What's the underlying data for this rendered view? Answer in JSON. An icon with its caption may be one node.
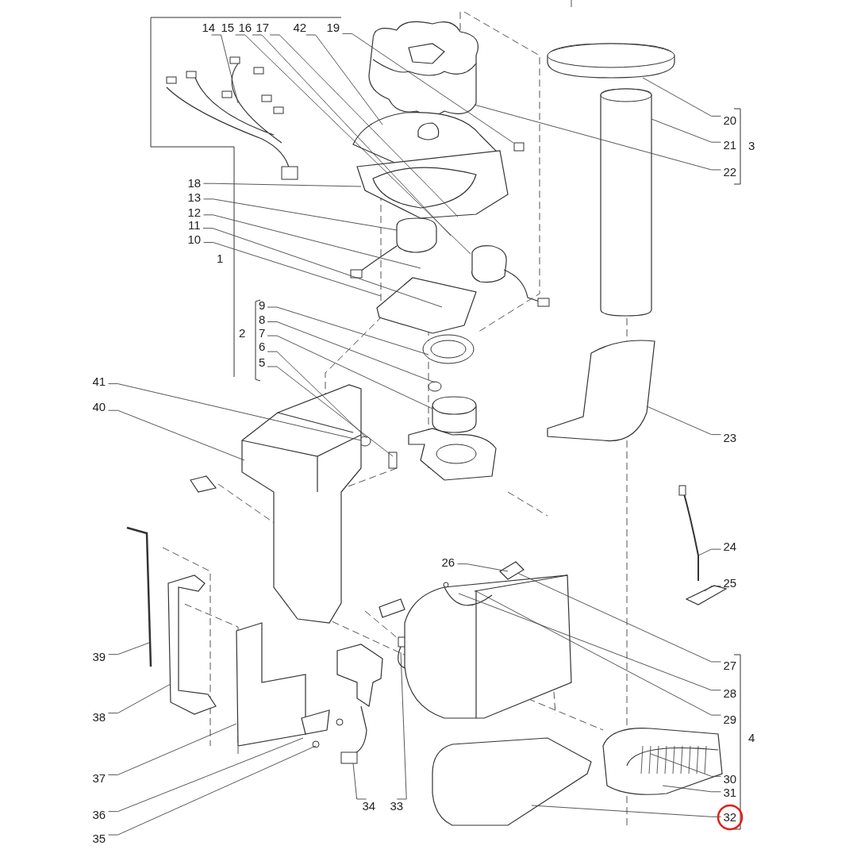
{
  "diagram": {
    "nodes": [
      {
        "text": [
          "14"
        ]
      },
      {
        "text": [
          "15"
        ]
      },
      {
        "text": [
          "16"
        ]
      },
      {
        "text": [
          "17"
        ]
      },
      {
        "text": [
          "42"
        ]
      },
      {
        "text": [
          "19"
        ]
      },
      {
        "text": [
          "18"
        ]
      },
      {
        "text": [
          "13"
        ]
      },
      {
        "text": [
          "12"
        ]
      },
      {
        "text": [
          "11"
        ]
      },
      {
        "text": [
          "10"
        ]
      },
      {
        "text": [
          "9"
        ]
      },
      {
        "text": [
          "8"
        ]
      },
      {
        "text": [
          "7"
        ]
      },
      {
        "text": [
          "6"
        ]
      },
      {
        "text": [
          "5"
        ]
      },
      {
        "text": [
          "41"
        ]
      },
      {
        "text": [
          "40"
        ]
      },
      {
        "text": [
          "39"
        ]
      },
      {
        "text": [
          "38"
        ]
      },
      {
        "text": [
          "37"
        ]
      },
      {
        "text": [
          "36"
        ]
      },
      {
        "text": [
          "35"
        ]
      },
      {
        "text": [
          "34"
        ]
      },
      {
        "text": [
          "33"
        ]
      },
      {
        "text": [
          "26"
        ]
      },
      {
        "text": [
          "20"
        ]
      },
      {
        "text": [
          "21"
        ]
      },
      {
        "text": [
          "22"
        ]
      },
      {
        "text": [
          "23"
        ]
      },
      {
        "text": [
          "24"
        ]
      },
      {
        "text": [
          "25"
        ]
      },
      {
        "text": [
          "27"
        ]
      },
      {
        "text": [
          "28"
        ]
      },
      {
        "text": [
          "29"
        ]
      },
      {
        "text": [
          "30"
        ]
      },
      {
        "text": [
          "31"
        ]
      },
      {
        "text": [
          "32"
        ]
      }
    ],
    "edges": [
      {
        "from": 0,
        "to": null,
        "arrow": "none"
      },
      {
        "from": 1,
        "to": null,
        "arrow": "none"
      },
      {
        "from": 2,
        "to": null,
        "arrow": "none"
      },
      {
        "from": 3,
        "to": null,
        "arrow": "none"
      },
      {
        "from": 4,
        "to": null,
        "arrow": "none"
      },
      {
        "from": 5,
        "to": null,
        "arrow": "none"
      },
      {
        "from": 6,
        "to": null,
        "arrow": "none"
      },
      {
        "from": 7,
        "to": null,
        "arrow": "none"
      },
      {
        "from": 8,
        "to": null,
        "arrow": "none"
      },
      {
        "from": 9,
        "to": null,
        "arrow": "none"
      },
      {
        "from": 10,
        "to": null,
        "arrow": "none"
      },
      {
        "from": 11,
        "to": null,
        "arrow": "none"
      },
      {
        "from": 12,
        "to": null,
        "arrow": "none"
      },
      {
        "from": 13,
        "to": null,
        "arrow": "none"
      },
      {
        "from": 14,
        "to": null,
        "arrow": "none"
      },
      {
        "from": 15,
        "to": null,
        "arrow": "none"
      },
      {
        "from": 16,
        "to": null,
        "arrow": "none"
      },
      {
        "from": 17,
        "to": null,
        "arrow": "none"
      },
      {
        "from": 18,
        "to": null,
        "arrow": "none"
      },
      {
        "from": 19,
        "to": null,
        "arrow": "none"
      },
      {
        "from": 20,
        "to": null,
        "arrow": "none"
      },
      {
        "from": 21,
        "to": null,
        "arrow": "none"
      },
      {
        "from": 22,
        "to": null,
        "arrow": "none"
      },
      {
        "from": 23,
        "to": null,
        "arrow": "none"
      },
      {
        "from": 24,
        "to": null,
        "arrow": "none"
      },
      {
        "from": 25,
        "to": null,
        "arrow": "none"
      },
      {
        "from": 26,
        "to": null,
        "arrow": "none"
      },
      {
        "from": 27,
        "to": null,
        "arrow": "none"
      },
      {
        "from": 28,
        "to": null,
        "arrow": "none"
      },
      {
        "from": 29,
        "to": null,
        "arrow": "none"
      },
      {
        "from": 30,
        "to": null,
        "arrow": "none"
      },
      {
        "from": 31,
        "to": null,
        "arrow": "none"
      },
      {
        "from": 32,
        "to": null,
        "arrow": "none"
      },
      {
        "from": 33,
        "to": null,
        "arrow": "none"
      },
      {
        "from": 34,
        "to": null,
        "arrow": "none"
      },
      {
        "from": 35,
        "to": null,
        "arrow": "none"
      },
      {
        "from": 36,
        "to": null,
        "arrow": "none"
      },
      {
        "from": 37,
        "to": null,
        "arrow": "none"
      }
    ],
    "labels": [
      "1",
      "2",
      "3",
      "4"
    ]
  }
}
